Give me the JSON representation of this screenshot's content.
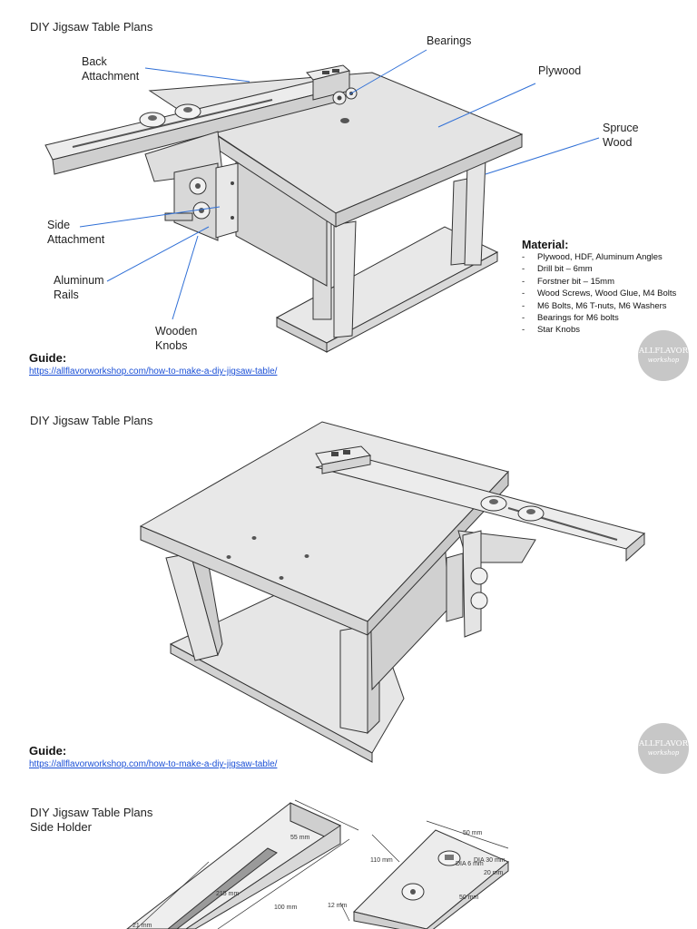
{
  "page1": {
    "title": "DIY Jigsaw Table Plans",
    "callouts": {
      "bearings": "Bearings",
      "back_attachment_line1": "Back",
      "back_attachment_line2": "Attachment",
      "plywood": "Plywood",
      "spruce_line1": "Spruce",
      "spruce_line2": "Wood",
      "side_attachment_line1": "Side",
      "side_attachment_line2": "Attachment",
      "aluminum_line1": "Aluminum",
      "aluminum_line2": "Rails",
      "wooden_knobs_line1": "Wooden",
      "wooden_knobs_line2": "Knobs"
    },
    "material": {
      "heading": "Material:",
      "items": [
        "Plywood, HDF, Aluminum Angles",
        "Drill bit – 6mm",
        "Forstner bit – 15mm",
        "Wood Screws, Wood Glue, M4 Bolts",
        "M6 Bolts, M6 T-nuts, M6 Washers",
        "Bearings for M6 bolts",
        "Star Knobs"
      ]
    },
    "guide_heading": "Guide:",
    "guide_link": "https://allflavorworkshop.com/how-to-make-a-diy-jigsaw-table/"
  },
  "page2": {
    "title": "DIY Jigsaw Table Plans",
    "guide_heading": "Guide:",
    "guide_link": "https://allflavorworkshop.com/how-to-make-a-diy-jigsaw-table/"
  },
  "page3": {
    "title_line1": "DIY Jigsaw Table Plans",
    "title_line2": "Side Holder",
    "dimensions": {
      "d55": "55 mm",
      "d215": "215 mm",
      "d100": "100 mm",
      "d21": "21 mm",
      "d12": "12 mm",
      "d110": "110 mm",
      "d50a": "50 mm",
      "d50b": "50 mm",
      "d20": "20 mm",
      "dia30": "DIA 30 mm",
      "dia6": "DIA 6 mm"
    }
  },
  "logo": {
    "line1": "ALLFLAVOR",
    "line2": "workshop"
  },
  "colors": {
    "accent_line": "#2f6fd6",
    "link": "#1a4fd6",
    "wood_face": "#e6e6e6",
    "wood_side": "#cfcfcf",
    "edge": "#333333"
  }
}
